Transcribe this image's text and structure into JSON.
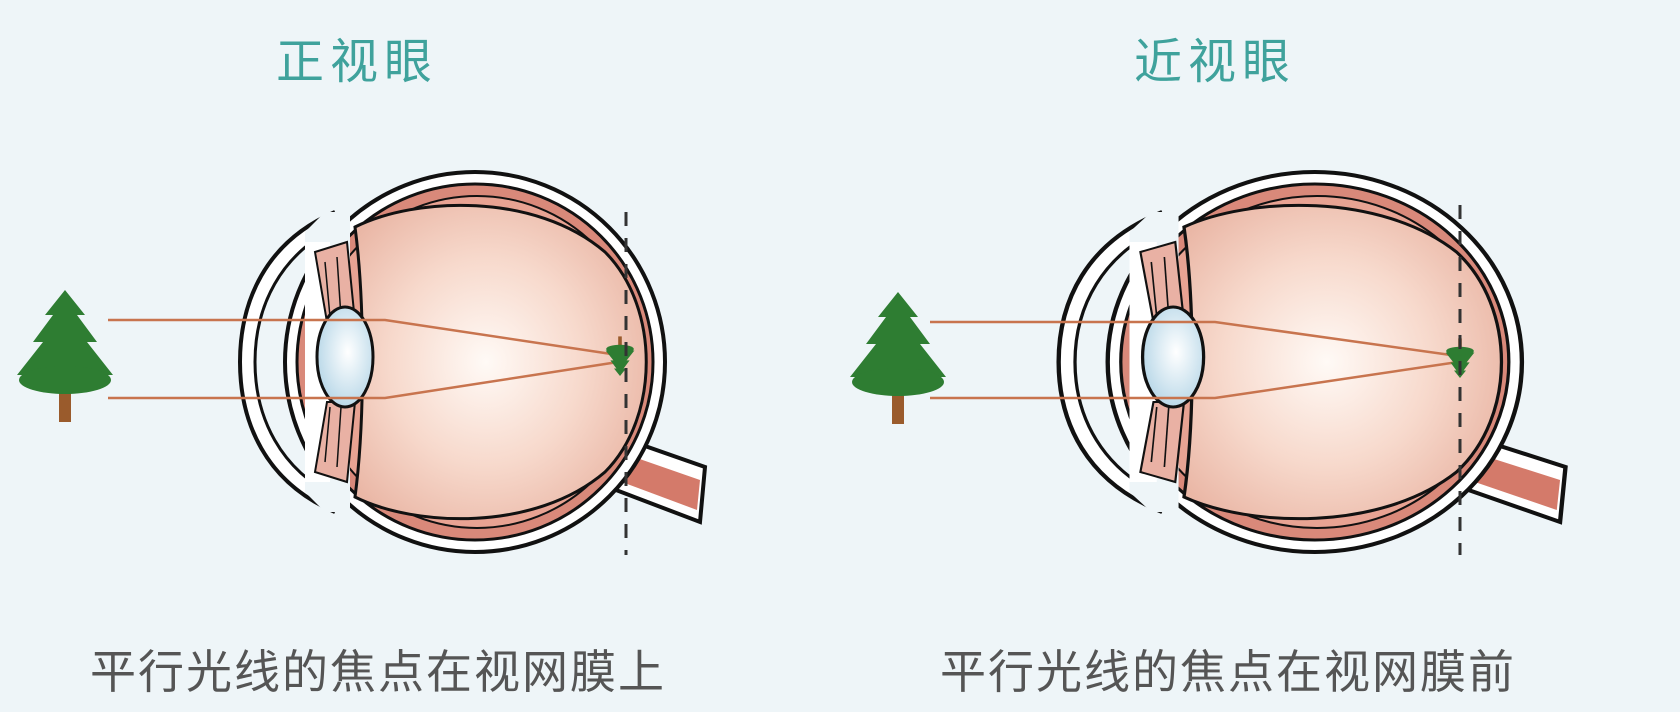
{
  "panels": [
    {
      "title": "正视眼",
      "caption": "平行光线的焦点在视网膜上"
    },
    {
      "title": "近视眼",
      "caption": "平行光线的焦点在视网膜前"
    }
  ],
  "colors": {
    "title": "#3fa29c",
    "caption": "#555555",
    "ray": "#c8744e",
    "tree": "#2e7d32",
    "background": "#eef5f8"
  }
}
